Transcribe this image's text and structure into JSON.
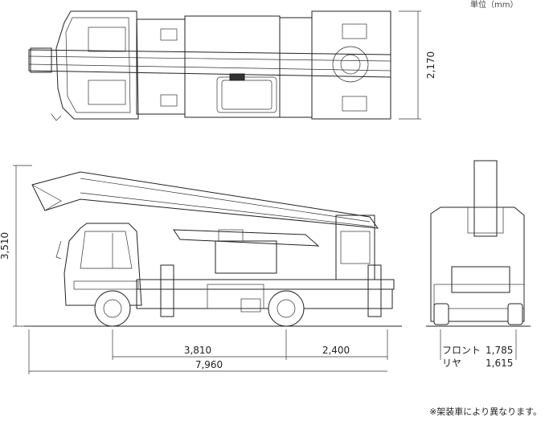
{
  "unit_label": "単位（mm）",
  "dimensions": {
    "width_top": "2,170",
    "height": "3,510",
    "wheelbase": "3,810",
    "rear_overhang": "2,400",
    "length": "7,960",
    "front_tread_label": "フロント",
    "front_tread": "1,785",
    "rear_tread_label": "リヤ",
    "rear_tread": "1,615"
  },
  "footnote": "※架装車により異なります。"
}
